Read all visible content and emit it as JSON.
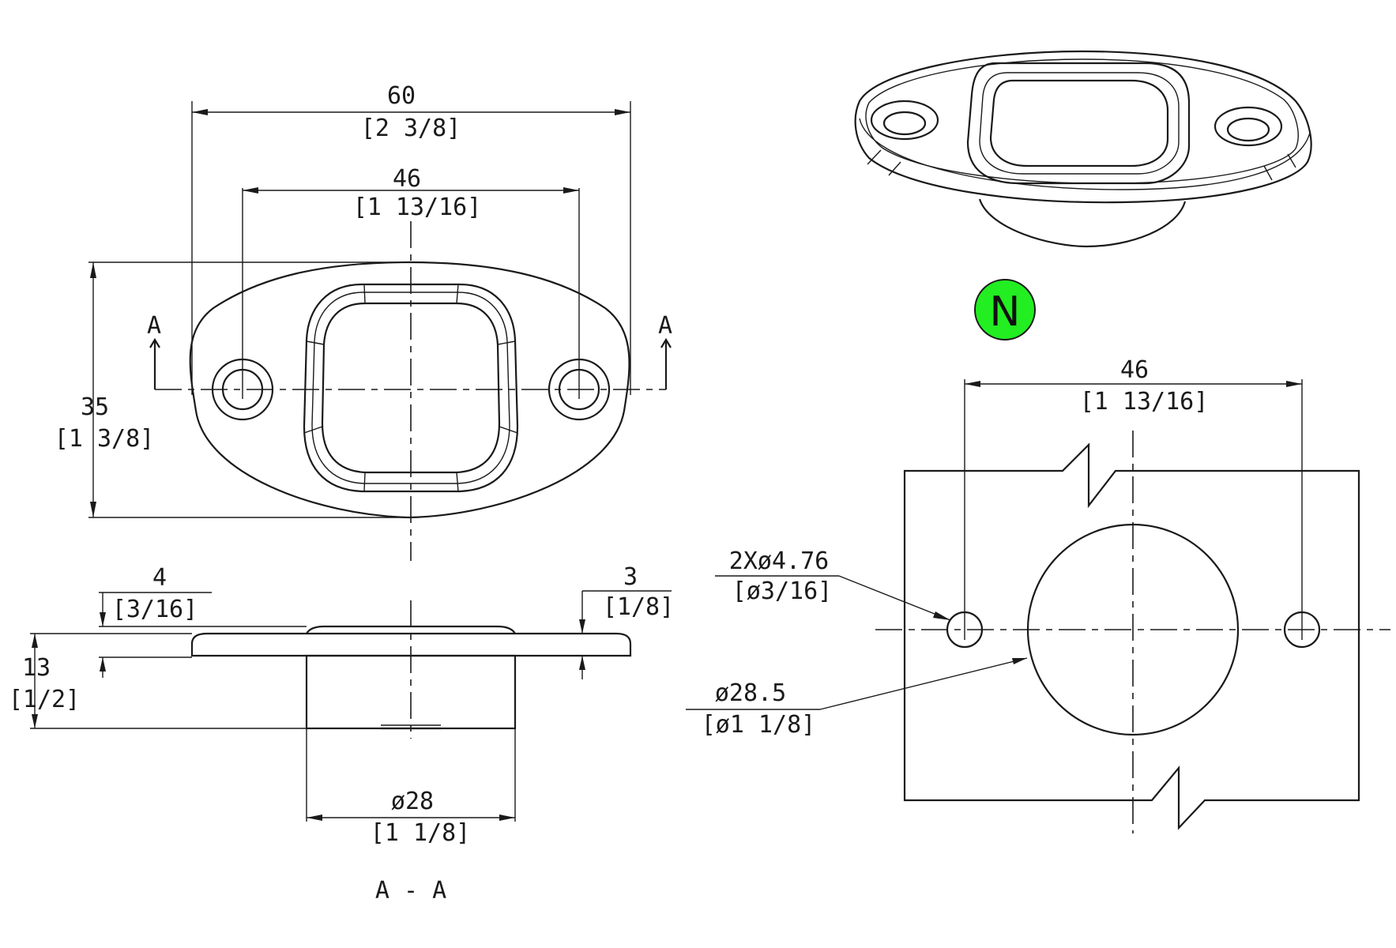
{
  "top_view": {
    "overall_width": "60",
    "overall_width_in": "[2 3/8]",
    "hole_spacing": "46",
    "hole_spacing_in": "[1 13/16]",
    "height": "35",
    "height_in": "[1 3/8]",
    "section_mark_left": "A",
    "section_mark_right": "A"
  },
  "section_view": {
    "flange_offset": "4",
    "flange_offset_in": "[3/16]",
    "flange_thickness": "3",
    "flange_thickness_in": "[1/8]",
    "total_height": "13",
    "total_height_in": "[1/2]",
    "bore_diameter": "ø28",
    "bore_diameter_in": "[1 1/8]",
    "section_label": "A - A"
  },
  "cutout_view": {
    "hole_spacing": "46",
    "hole_spacing_in": "[1 13/16]",
    "mount_holes": "2Xø4.76",
    "mount_holes_in": "[ø3/16]",
    "cutout_diameter": "ø28.5",
    "cutout_diameter_in": "[ø1 1/8]"
  },
  "badge": {
    "letter": "N",
    "color": "#22ee22"
  },
  "colors": {
    "line": "#1a1a1a",
    "background": "#ffffff"
  }
}
